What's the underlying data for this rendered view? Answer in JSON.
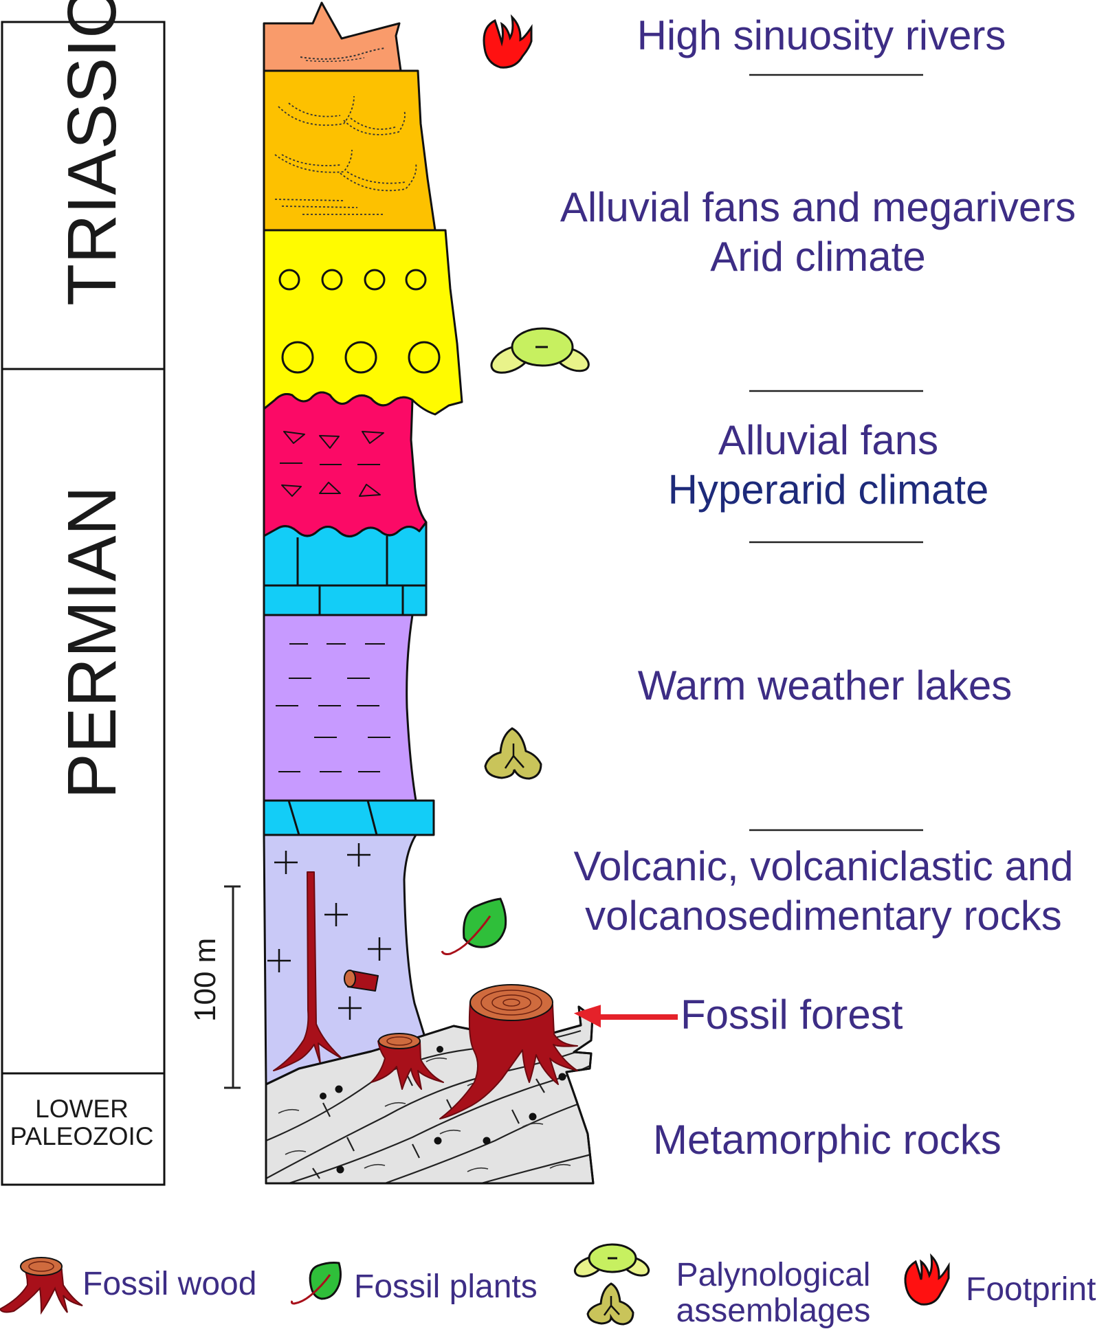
{
  "periods": {
    "triassic": "TRIASSIC",
    "permian": "PERMIAN",
    "lower_paleozoic_line1": "LOWER",
    "lower_paleozoic_line2": "PALEOZOIC"
  },
  "scale_bar": "100 m",
  "environments": {
    "high_sinuosity": "High sinuosity rivers",
    "alluvial_megarivers_line1": "Alluvial fans and megarivers",
    "alluvial_megarivers_line2": "Arid climate",
    "alluvial_hyperarid_line1": "Alluvial fans",
    "alluvial_hyperarid_line2": "Hyperarid climate",
    "warm_lakes": "Warm weather lakes",
    "volcanic_line1": "Volcanic, volcaniclastic and",
    "volcanic_line2": "volcanosedimentary rocks",
    "fossil_forest": "Fossil forest",
    "metamorphic": "Metamorphic rocks"
  },
  "legend": {
    "fossil_wood": "Fossil wood",
    "fossil_plants": "Fossil plants",
    "palynological_line1": "Palynological",
    "palynological_line2": "assemblages",
    "footprint": "Footprint"
  },
  "colors": {
    "text_purple": "#3d2d85",
    "text_navy": "#1d2a7a",
    "sandstone_top": "#f99b6b",
    "sandstone_orange": "#fdc100",
    "conglomerate_yellow": "#fffb00",
    "breccia_magenta": "#fb0a66",
    "limestone_cyan": "#13cdf7",
    "lake_purple": "#c79aff",
    "volcanic_lavender": "#c9c9f7",
    "metamorphic_grey": "#e3e3e3",
    "tree_red": "#a8101a",
    "stump_top": "#cf6b3e",
    "leaf_green": "#2fbf3a",
    "pollen_lime": "#d4f07a",
    "pollen_olive": "#c9c45a",
    "footprint_red": "#ff1111",
    "arrow_red": "#e5222a"
  },
  "icons": [
    "footprint-icon",
    "pollen-bisaccate-icon",
    "pollen-trilete-icon",
    "leaf-icon",
    "tree-stump-icon",
    "fossil-log-icon",
    "red-arrow-icon"
  ]
}
